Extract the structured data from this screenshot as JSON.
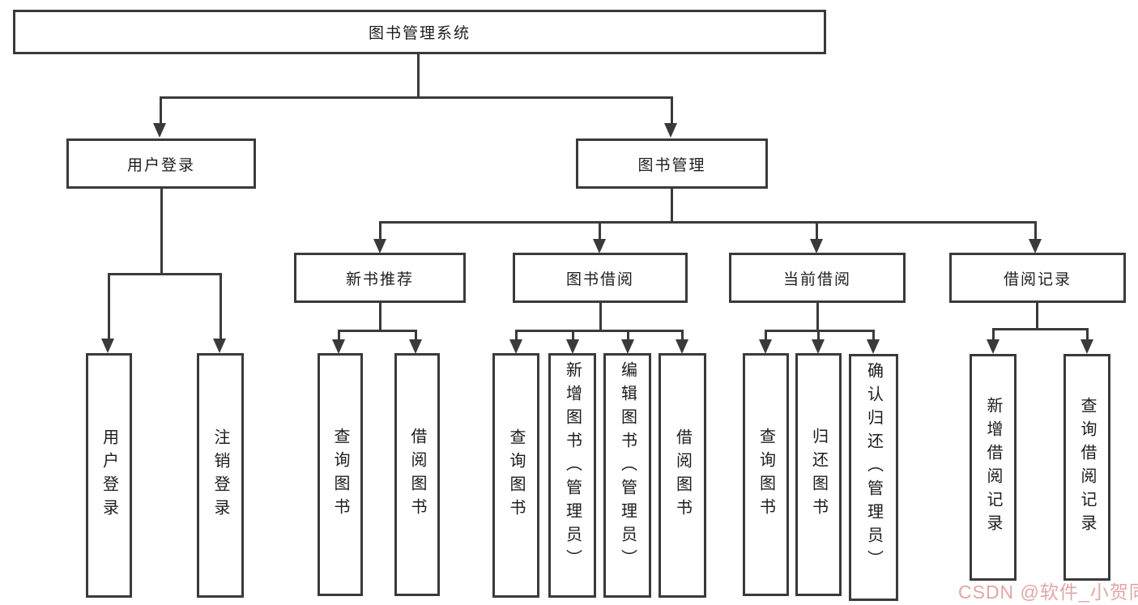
{
  "diagram": {
    "type": "tree-flowchart",
    "root": {
      "label": "图书管理系统"
    },
    "branches": [
      {
        "label": "用户登录",
        "children": [
          {
            "label": "用户登录"
          },
          {
            "label": "注销登录"
          }
        ]
      },
      {
        "label": "图书管理",
        "children": [
          {
            "label": "新书推荐",
            "children": [
              {
                "label": "查询图书"
              },
              {
                "label": "借阅图书"
              }
            ]
          },
          {
            "label": "图书借阅",
            "children": [
              {
                "label": "查询图书"
              },
              {
                "label": "新增图书（管理员）"
              },
              {
                "label": "编辑图书（管理员）"
              },
              {
                "label": "借阅图书"
              }
            ]
          },
          {
            "label": "当前借阅",
            "children": [
              {
                "label": "查询图书"
              },
              {
                "label": "归还图书"
              },
              {
                "label": "确认归还（管理员）"
              }
            ]
          },
          {
            "label": "借阅记录",
            "children": [
              {
                "label": "新增借阅记录"
              },
              {
                "label": "查询借阅记录"
              }
            ]
          }
        ]
      }
    ]
  },
  "watermark": {
    "text": "CSDN @软件_小贺同学"
  },
  "colors": {
    "line": "#3a3a3a",
    "text": "#1c1c1c",
    "watermark": "#e2a6a6",
    "bg": "#ffffff"
  }
}
